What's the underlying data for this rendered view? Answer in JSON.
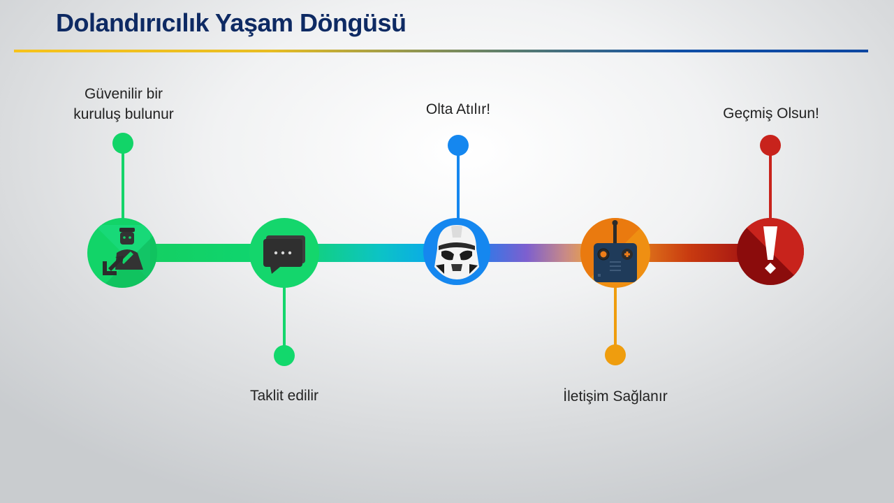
{
  "title": "Dolandırıcılık Yaşam Döngüsü",
  "steps": [
    {
      "label_line1": "Güvenilir bir",
      "label_line2": "kuruluş bulunur",
      "icon": "person-resize-icon",
      "color": "#12d468",
      "label_position": "top"
    },
    {
      "label": "Taklit edilir",
      "icon": "chat-bubble-icon",
      "color": "#14d66c",
      "label_position": "bottom"
    },
    {
      "label": "Olta Atılır!",
      "icon": "stormtrooper-helmet-icon",
      "color": "#1587ef",
      "label_position": "top"
    },
    {
      "label": "İletişim Sağlanır",
      "icon": "remote-controller-icon",
      "color": "#ef9d0e",
      "label_position": "bottom"
    },
    {
      "label": "Geçmiş Olsun!",
      "icon": "warning-exclamation-icon",
      "color": "#c8231c",
      "label_position": "top"
    }
  ]
}
